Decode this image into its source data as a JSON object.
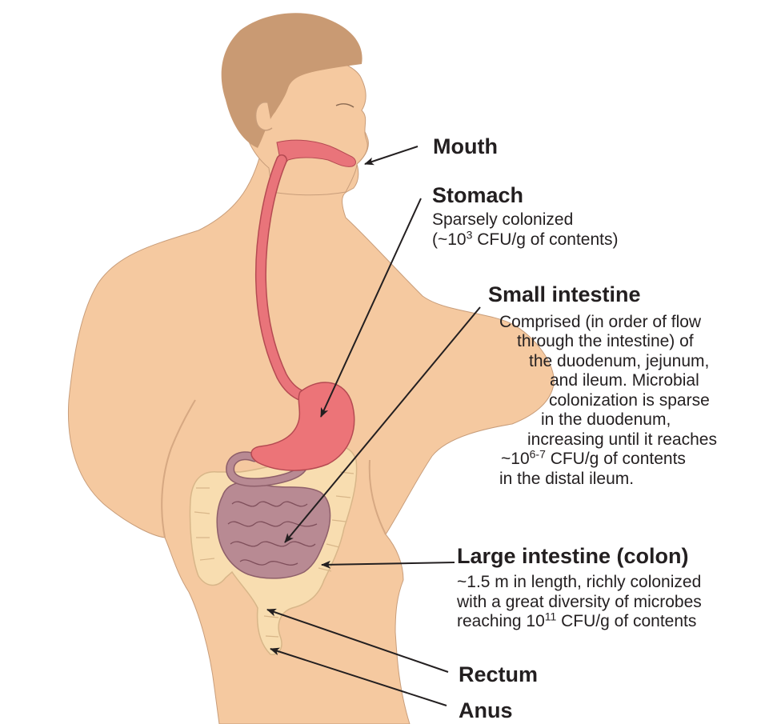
{
  "colors": {
    "skin": "#f5c9a0",
    "skin_outline": "#c89d7a",
    "hair": "#c99a73",
    "esophagus": "#e9747a",
    "stomach": "#ec7478",
    "small_intestine": "#b88a93",
    "large_intestine": "#f8ddb0",
    "arrow": "#231f20",
    "text": "#231f20"
  },
  "labels": {
    "mouth": {
      "title": "Mouth"
    },
    "stomach": {
      "title": "Stomach",
      "line1": "Sparsely colonized",
      "line2_pre": "(~10",
      "line2_sup": "3",
      "line2_post": " CFU/g of contents)"
    },
    "small_intestine": {
      "title": "Small intestine",
      "lines": [
        "Comprised (in order of flow",
        "through the intestine) of",
        "the duodenum, jejunum,",
        "and ileum. Microbial",
        "colonization is sparse",
        "in the duodenum,",
        "increasing until it reaches"
      ],
      "line8_pre": "~10",
      "line8_sup": "6-7",
      "line8_post": " CFU/g of contents",
      "line9": "in the distal ileum."
    },
    "large_intestine": {
      "title": "Large intestine (colon)",
      "line1": "~1.5 m in length, richly colonized",
      "line2": "with a great diversity of microbes",
      "line3_pre": "reaching 10",
      "line3_sup": "11",
      "line3_post": " CFU/g of contents"
    },
    "rectum": {
      "title": "Rectum"
    },
    "anus": {
      "title": "Anus"
    }
  }
}
